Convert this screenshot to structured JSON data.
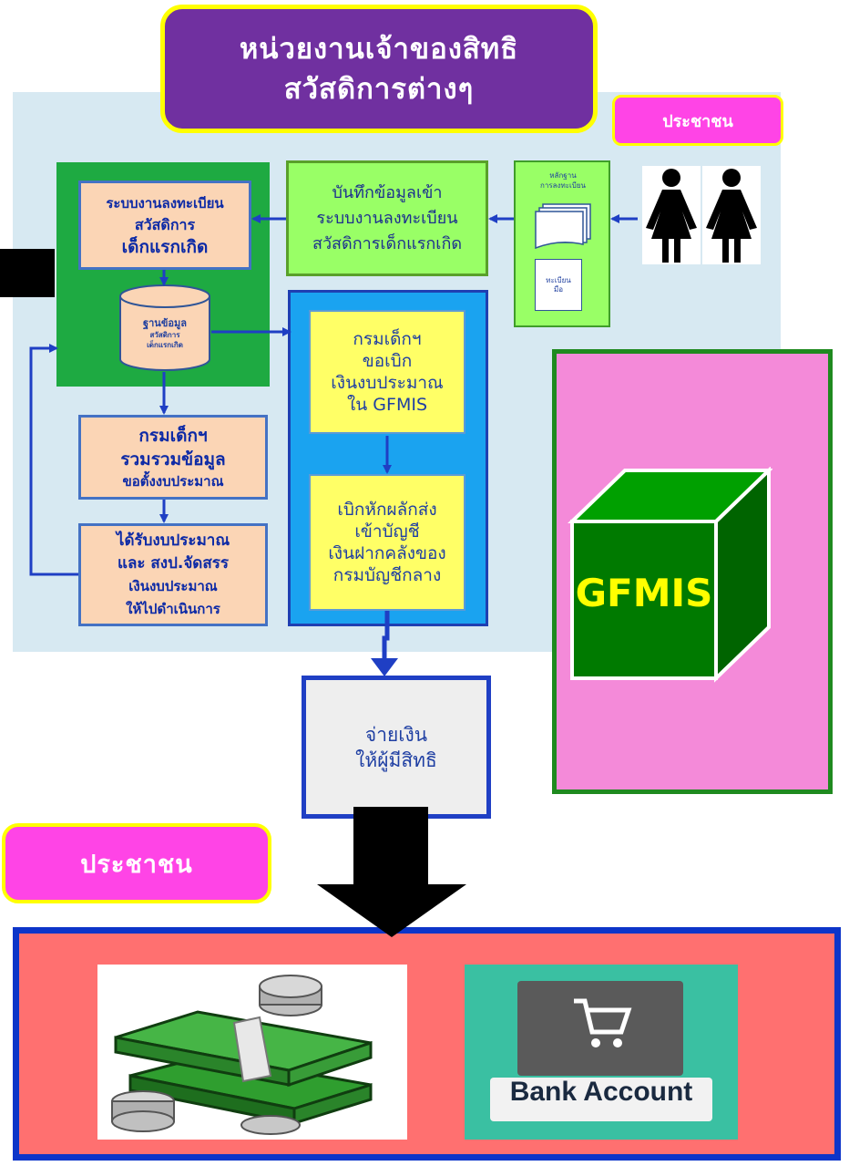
{
  "title": {
    "line1": "หน่วยงานเจ้าของสิทธิ",
    "line2": "สวัสดิการต่างๆ"
  },
  "people_label_top": "ประชาชน",
  "people_label_bottom": "ประชาชน",
  "documents": {
    "evidence_line1": "หลักฐาน",
    "evidence_line2": "การลงทะเบียน",
    "registry_line1": "ทะเบียน",
    "registry_line2": "มือ"
  },
  "record_data": {
    "line1": "บันทึกข้อมูลเข้า",
    "line2": "ระบบงานลงทะเบียน",
    "line3": "สวัสดิการเด็กแรกเกิด"
  },
  "registration_system": {
    "line1": "ระบบงานลงทะเบียน",
    "line2": "สวัสดิการ",
    "line3": "เด็กแรกเกิด"
  },
  "database": {
    "line1": "ฐานข้อมูล",
    "line2": "สวัสดิการ",
    "line3": "เด็กแรกเกิด"
  },
  "dept_collect": {
    "line1": "กรมเด็กฯ",
    "line2": "รวมรวมข้อมูล",
    "line3": "ขอตั้งงบประมาณ"
  },
  "budget_received": {
    "line1": "ได้รับงบประมาณ",
    "line2": "และ สงป.จัดสรร",
    "line3": "เงินงบประมาณ",
    "line4": "ให้ไปดำเนินการ"
  },
  "dept_withdraw": {
    "line1": "กรมเด็กฯ",
    "line2": "ขอเบิก",
    "line3": "เงินงบประมาณ",
    "line4": "ใน GFMIS"
  },
  "deduct_transfer": {
    "line1": "เบิกหักผลักส่ง",
    "line2": "เข้าบัญชี",
    "line3": "เงินฝากคลังของ",
    "line4": "กรมบัญชีกลาง"
  },
  "payment": {
    "line1": "จ่ายเงิน",
    "line2": "ให้ผู้มีสิทธิ"
  },
  "gfmis_label": "GFMIS",
  "bank_account_label": "Bank Account",
  "colors": {
    "title_bg": "#7030a0",
    "highlight_yellow": "#ffff00",
    "pink_tag": "#ff44e6",
    "green_panel": "#1eaa42",
    "blue_panel": "#1aa3f0",
    "gfmis_cube": "#007a00",
    "bottom_panel": "#ff7070",
    "arrow_blue": "#1f3fc4"
  },
  "icons": [
    "person-icon",
    "document-stack-icon",
    "database-cylinder-icon",
    "gfmis-cube-icon",
    "cash-stack-icon",
    "shopping-cart-icon"
  ]
}
